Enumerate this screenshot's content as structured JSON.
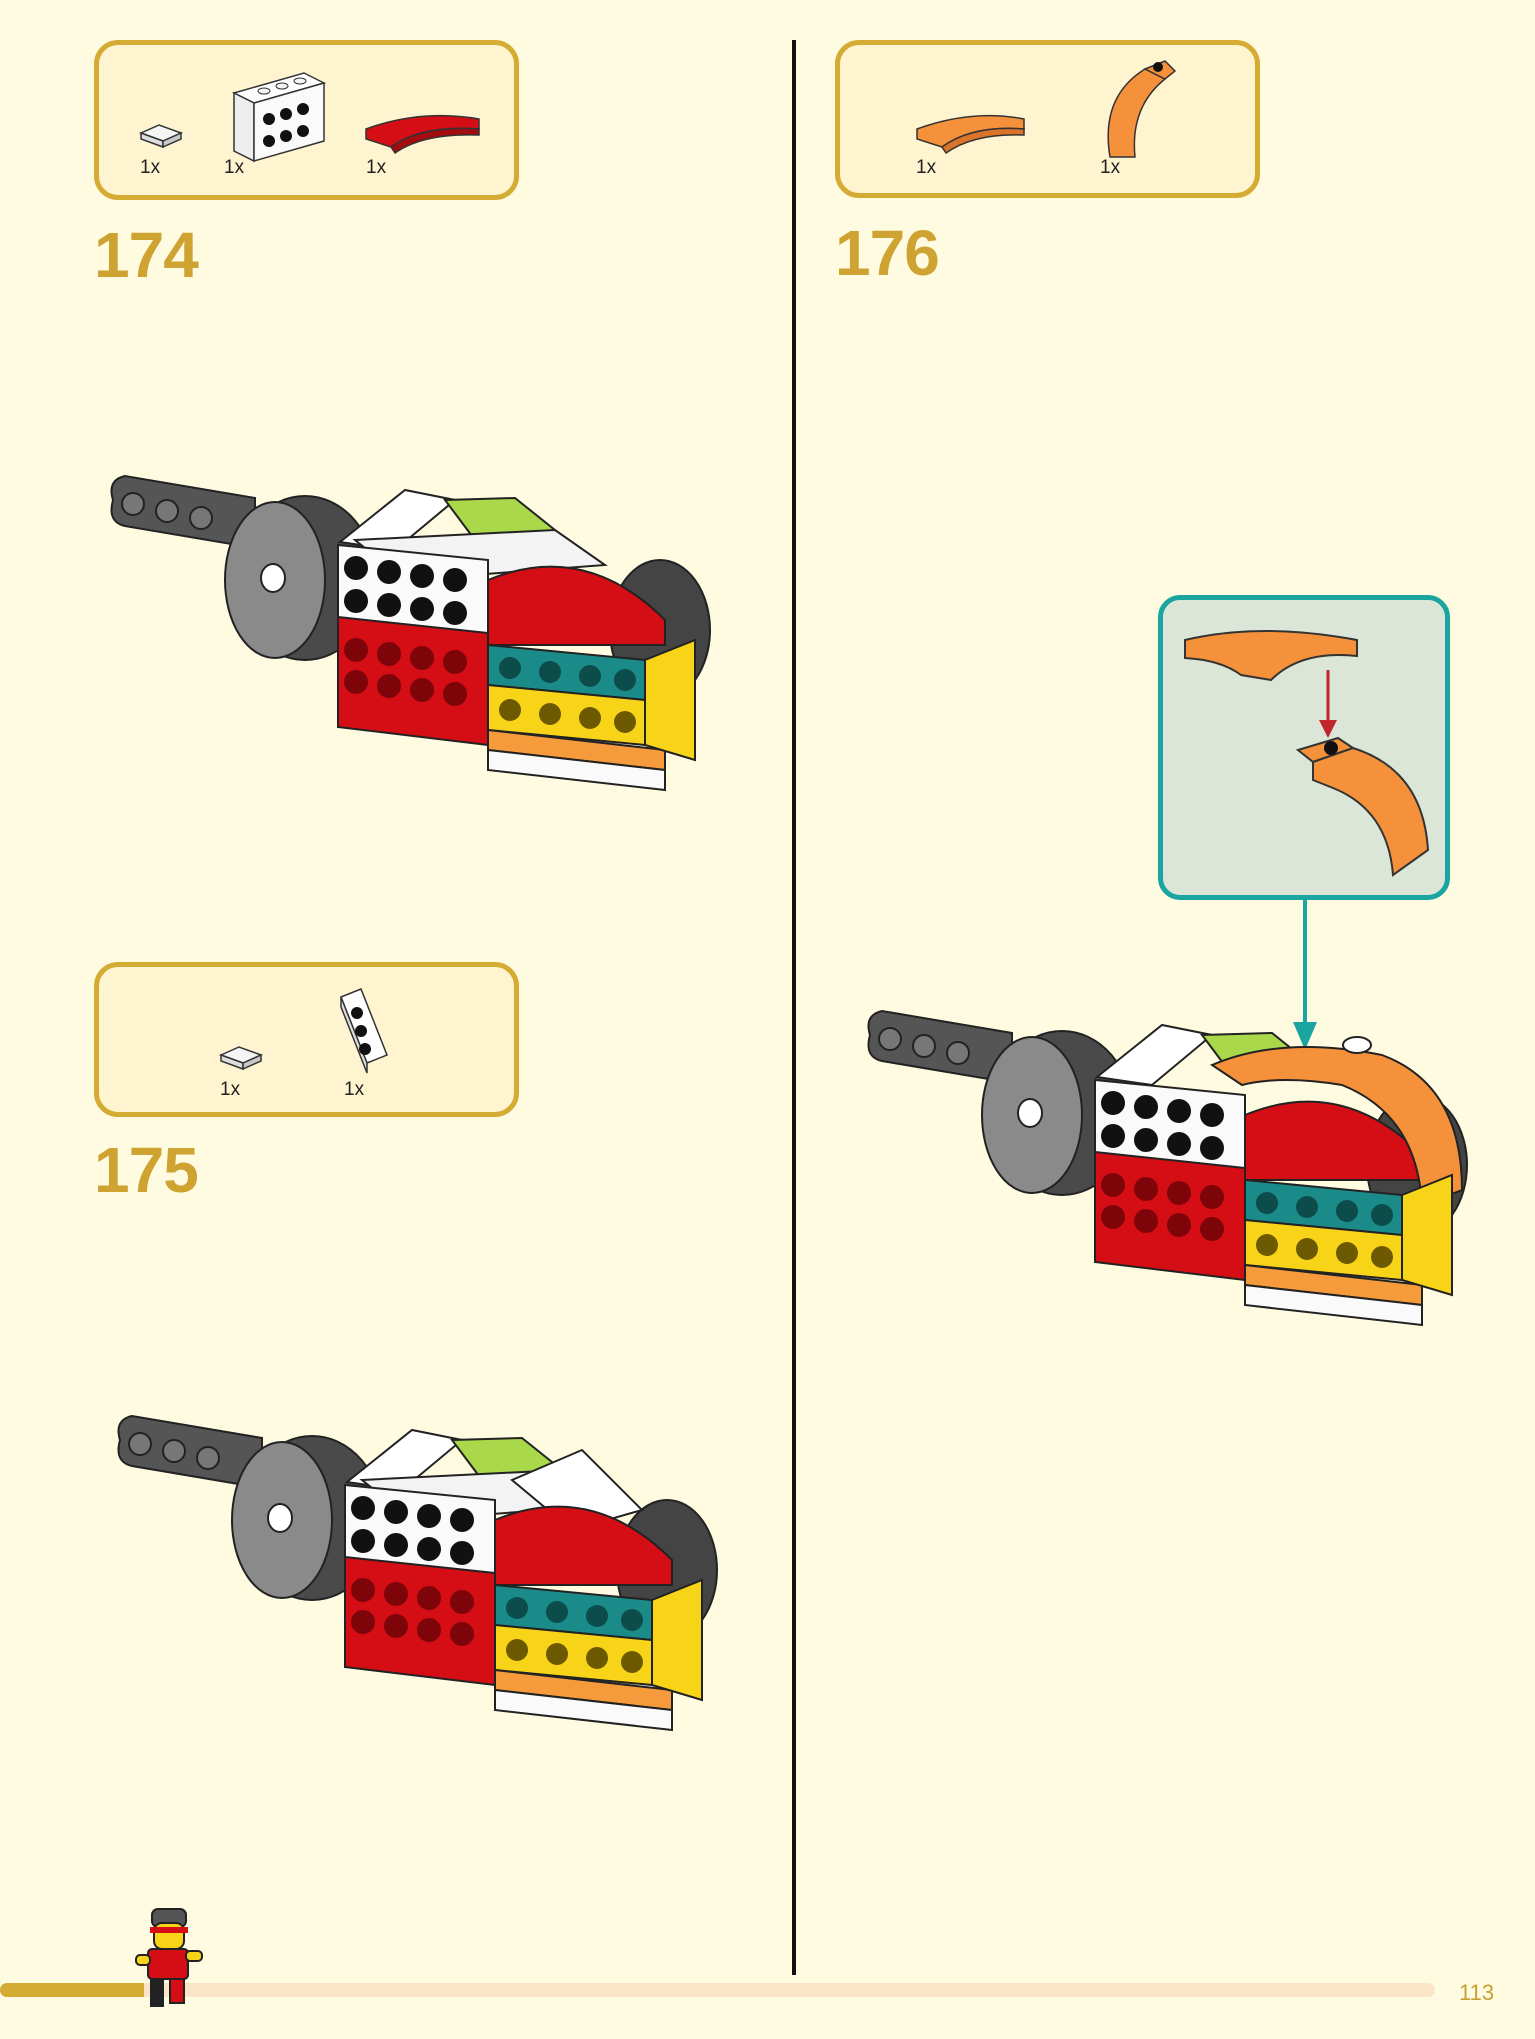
{
  "steps": [
    {
      "number": "174",
      "parts": [
        {
          "qty": "1x",
          "name": "white-tile-1x1"
        },
        {
          "qty": "1x",
          "name": "white-bracket-plate"
        },
        {
          "qty": "1x",
          "name": "red-curved-slope"
        }
      ]
    },
    {
      "number": "175",
      "parts": [
        {
          "qty": "1x",
          "name": "white-tile-1x1"
        },
        {
          "qty": "1x",
          "name": "white-wedge-plate"
        }
      ]
    },
    {
      "number": "176",
      "parts": [
        {
          "qty": "1x",
          "name": "orange-curved-slope"
        },
        {
          "qty": "1x",
          "name": "orange-arch-slope"
        }
      ]
    }
  ],
  "page": {
    "number": "113",
    "progress": 0.1
  },
  "colors": {
    "background": "#fffbe1",
    "box_border": "#d4ab33",
    "box_fill": "#fff4d0",
    "step_number": "#cfa332",
    "callout_border": "#1aa5a0",
    "callout_fill": "#dbe6d8",
    "progress": "#d4ab33",
    "track": "#fae6c7"
  }
}
